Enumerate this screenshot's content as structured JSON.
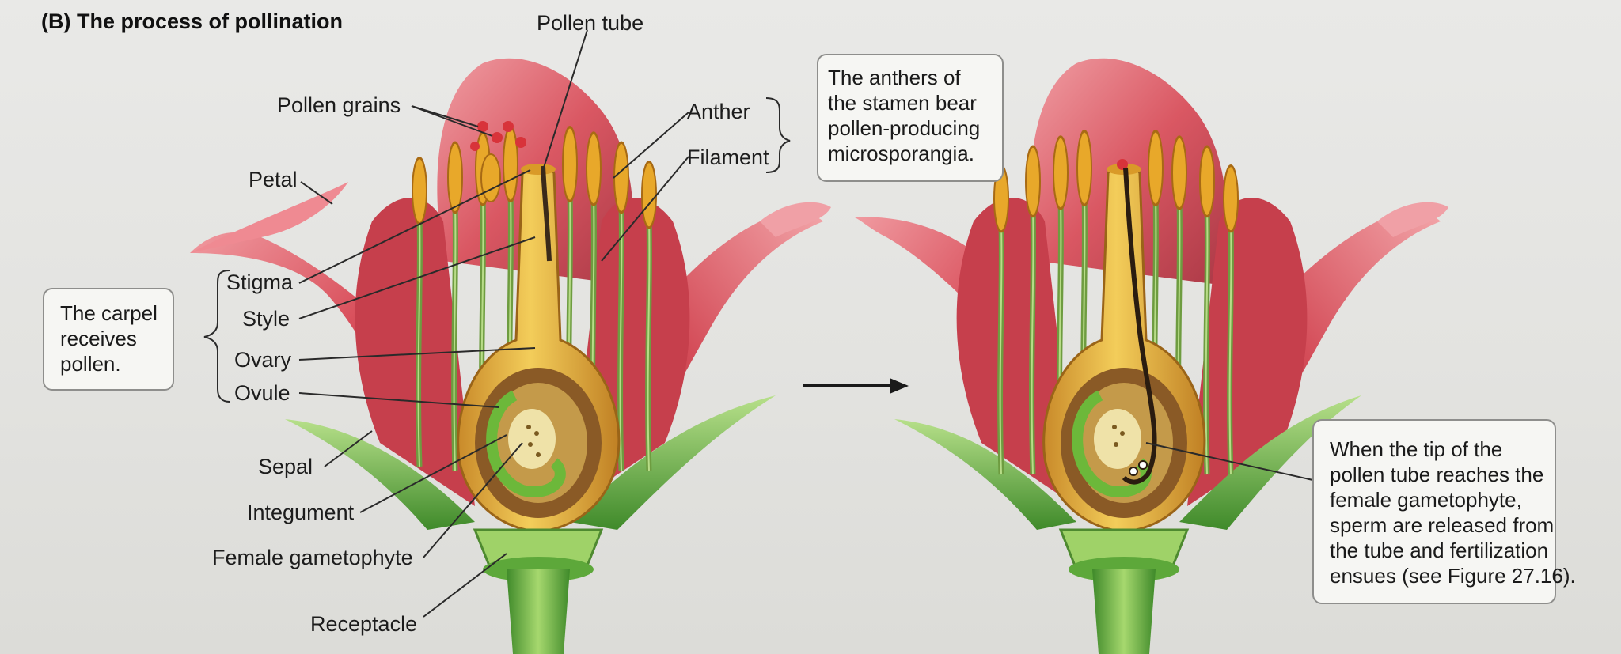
{
  "title": "(B) The process of pollination",
  "labels": {
    "pollen_tube": "Pollen tube",
    "pollen_grains": "Pollen grains",
    "petal": "Petal",
    "anther": "Anther",
    "filament": "Filament",
    "stigma": "Stigma",
    "style": "Style",
    "ovary": "Ovary",
    "ovule": "Ovule",
    "sepal": "Sepal",
    "integument": "Integument",
    "female_gametophyte": "Female gametophyte",
    "receptacle": "Receptacle"
  },
  "callouts": {
    "carpel": [
      "The carpel",
      "receives",
      "pollen."
    ],
    "anthers": [
      "The anthers of",
      "the stamen bear",
      "pollen-producing",
      "microsporangia."
    ],
    "fertilization": [
      "When the tip of the",
      "pollen tube reaches the",
      "female gametophyte,",
      "sperm are released from",
      "the tube and fertilization",
      "ensues (see Figure 27.16)."
    ]
  },
  "colors": {
    "petal": "#d9505c",
    "petal_dark": "#a8303e",
    "carpel": "#e6b23c",
    "ovary_wall": "#c98a2a",
    "ovary_inner": "#8a5a26",
    "sepal": "#5fa53a",
    "receptacle": "#7dbf4a",
    "anther": "#e8a82a",
    "filament": "#7aa648",
    "pollen": "#d8333a"
  }
}
